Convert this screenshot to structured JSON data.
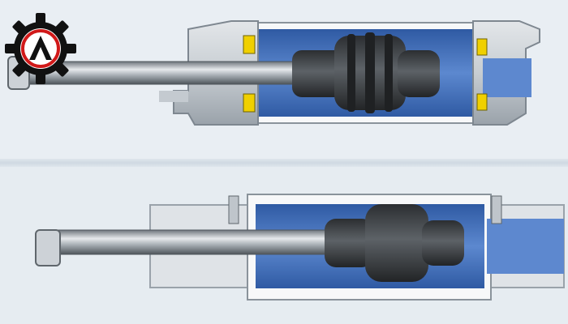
{
  "logo": {
    "name": "gear-logo",
    "colors": {
      "gear": "#111111",
      "ring": "#d11919",
      "letter": "#111111"
    }
  },
  "colors": {
    "background": "#e9eef3",
    "housing": "#cfd4d9",
    "housing_shadow": "#9aa3ac",
    "chamber_blue": "#3f6db8",
    "chamber_blue_light": "#5d8ad1",
    "piston": "#3b3e42",
    "rod": "#8f969d",
    "seal": "#f0d000",
    "barrel": "#ffffff"
  },
  "illustrations": [
    {
      "name": "cylinder-cutaway-top",
      "label": ""
    },
    {
      "name": "cylinder-cutaway-bottom",
      "label": ""
    }
  ]
}
